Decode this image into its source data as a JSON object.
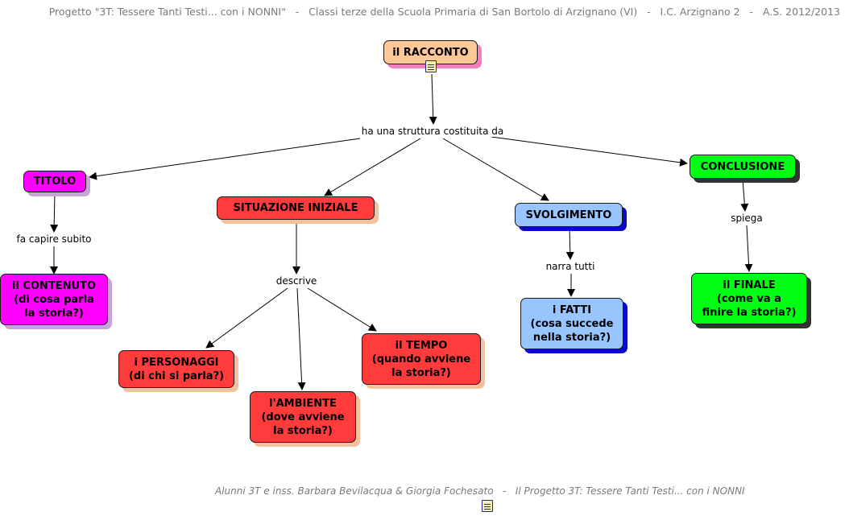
{
  "header": {
    "text": "Progetto \"3T: Tessere Tanti Testi... con i NONNI\"   -   Classi terze della Scuola Primaria di San Bortolo di Arzignano (VI)   -   I.C. Arzignano 2   -   A.S. 2012/2013"
  },
  "footer": {
    "text": "Alunni 3T e inss. Barbara Bevilacqua & Giorgia Fochesato   -   Il Progetto 3T: Tessere Tanti Testi... con i NONNI"
  },
  "nodes": {
    "racconto": "il RACCONTO",
    "titolo": "TITOLO",
    "contenuto": "il CONTENUTO\n(di cosa parla\nla storia?)",
    "situazione": "SITUAZIONE INIZIALE",
    "personaggi": "i PERSONAGGI\n(di chi si parla?)",
    "ambiente": "l'AMBIENTE\n(dove avviene\nla storia?)",
    "tempo": "il TEMPO\n(quando avviene\nla storia?)",
    "svolgimento": "SVOLGIMENTO",
    "fatti": "i FATTI\n(cosa succede\nnella storia?)",
    "conclusione": "CONCLUSIONE",
    "finale": "il FINALE\n(come va a\nfinire la storia?)"
  },
  "links": {
    "struttura": "ha una struttura costituita da",
    "fa_capire": "fa capire subito",
    "descrive": "descrive",
    "narra": "narra tutti",
    "spiega": "spiega"
  },
  "icons": {
    "node_attachment": "document-icon",
    "footer_attachment": "document-icon"
  }
}
